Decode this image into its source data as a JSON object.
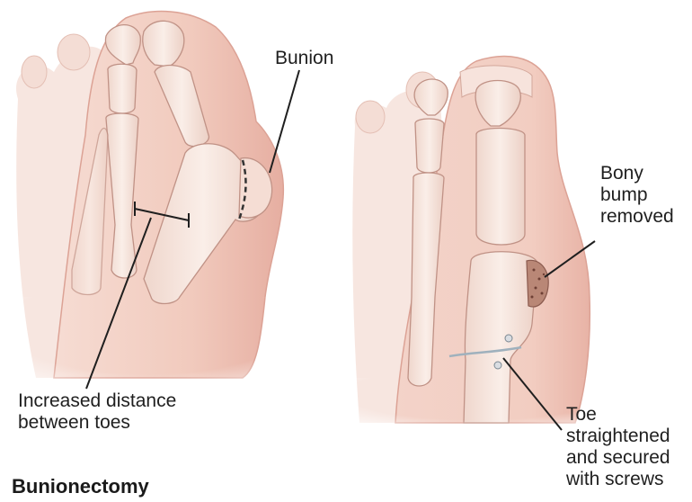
{
  "figure": {
    "title": "Bunionectomy",
    "colors": {
      "skin": "#f3cfc4",
      "skin_shadow": "#e2a99c",
      "bone": "#f7e6dd",
      "bone_outline": "#b98a80",
      "callout_line": "#1f1f1f"
    }
  },
  "left_panel": {
    "labels": {
      "bunion": "Bunion",
      "distance_line1": "Increased distance",
      "distance_line2": "between toes"
    }
  },
  "right_panel": {
    "labels": {
      "bump_line1": "Bony",
      "bump_line2": "bump",
      "bump_line3": "removed",
      "toe_line1": "Toe",
      "toe_line2": "straightened",
      "toe_line3": "and secured",
      "toe_line4": "with screws"
    }
  }
}
